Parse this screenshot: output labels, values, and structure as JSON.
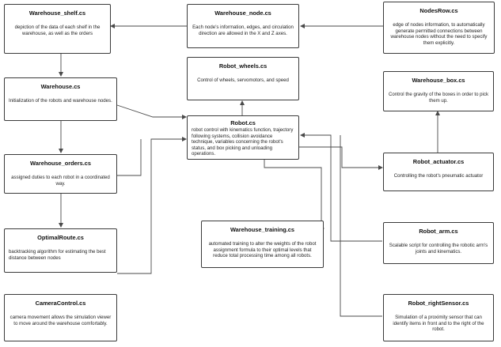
{
  "diagram": {
    "nodes": [
      {
        "id": "warehouse_shelf",
        "title": "Warehouse_shelf.cs",
        "desc": "depiction of the data of each shelf in the warehouse, as well as the orders"
      },
      {
        "id": "warehouse_node",
        "title": "Warehouse_node.cs",
        "desc": "Each node's information, edges, and circulation direction are allowed in the X and Z axes."
      },
      {
        "id": "nodes_row",
        "title": "NodesRow.cs",
        "desc": "edge of nodes information, to automatically generate permitted connections between warehouse nodes without the need to specify them explicitly."
      },
      {
        "id": "robot_wheels",
        "title": "Robot_wheels.cs",
        "desc": "Control of wheels, servomotors, and speed"
      },
      {
        "id": "warehouse",
        "title": "Warehouse.cs",
        "desc": "Initialization of the robots and warehouse nodes."
      },
      {
        "id": "warehouse_box",
        "title": "Warehouse_box.cs",
        "desc": "Control the gravity of the boxes in order to pick them up."
      },
      {
        "id": "robot",
        "title": "Robot.cs",
        "desc": "robot control with kinematics function, trajectory following systems, collision avoidance technique, variables concerning the robot's status, and box picking and unloading operations."
      },
      {
        "id": "warehouse_orders",
        "title": "Warehouse_orders.cs",
        "desc": "assigned duties to each robot in a coordinated way."
      },
      {
        "id": "robot_actuator",
        "title": "Robot_actuator.cs",
        "desc": "Controlling the robot's pneumatic actuator"
      },
      {
        "id": "warehouse_training",
        "title": "Warehouse_training.cs",
        "desc": "automated training to alter the weights of the robot assignment formula to their optimal levels that reduce total processing time among all robots."
      },
      {
        "id": "optimal_route",
        "title": "OptimalRoute.cs",
        "desc": "backtracking algorithm for estimating the best distance between nodes"
      },
      {
        "id": "robot_arm",
        "title": "Robot_arm.cs",
        "desc": "Scalable script for controlling the robotic arm's joints and kinematics."
      },
      {
        "id": "camera_control",
        "title": "CameraControl.cs",
        "desc": "camera movement allows the simulation viewer to move around the warehouse comfortably."
      },
      {
        "id": "robot_right_sensor",
        "title": "Robot_rightSensor.cs",
        "desc": "Simulation of a proximity sensor that can identify items in front and to the right of the robot."
      }
    ],
    "colors": {
      "line": "#4a4a4a",
      "border": "#3a3a3a",
      "background": "#ffffff"
    }
  }
}
